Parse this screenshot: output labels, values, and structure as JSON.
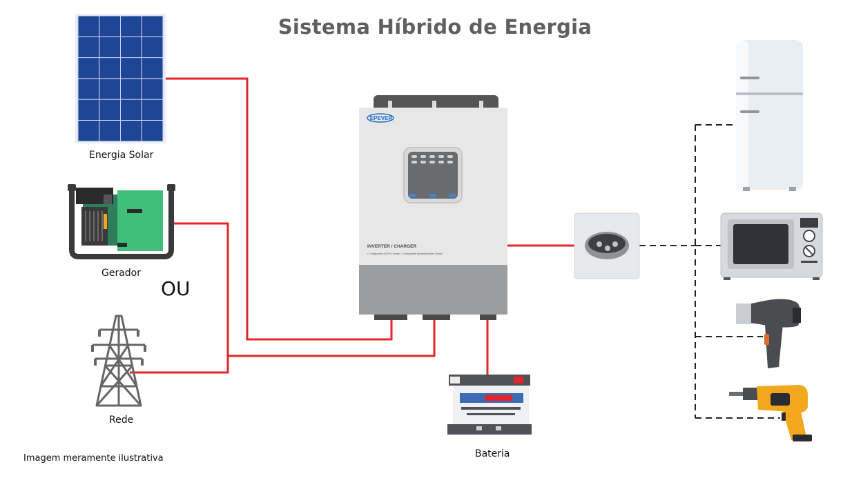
{
  "title": "Sistema Híbrido de Energia",
  "sources": {
    "solar": "Energia Solar",
    "generator": "Gerador",
    "or": "OU",
    "grid": "Rede"
  },
  "inverter": {
    "brand": "EPEVER",
    "model_line": "INVERTER / CHARGER",
    "spec_line": "• Configurable AC/PV Charge • Configurable Bypass/Inverter Output"
  },
  "battery": "Bateria",
  "footnote": "Imagem meramente ilustrativa",
  "colors": {
    "power_line": "#e4232b",
    "load_line": "#222222",
    "title": "#5f5f5f"
  },
  "loads": [
    "refrigerator-icon",
    "microwave-icon",
    "hair-dryer-icon",
    "drill-icon"
  ]
}
